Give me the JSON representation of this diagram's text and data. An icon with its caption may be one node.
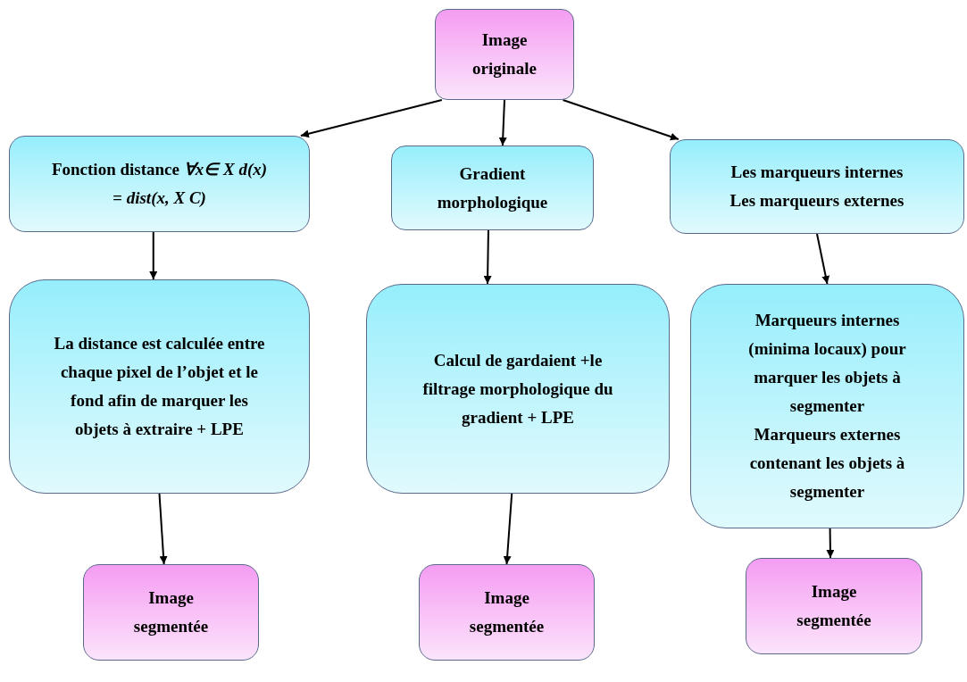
{
  "diagram": {
    "nodes": [
      {
        "text": [
          "Image originale"
        ]
      },
      {
        "text": [
          "Fonction distance *∀x∈ X d(x) = dist(x, X C)*"
        ]
      },
      {
        "text": [
          "Gradient morphologique"
        ]
      },
      {
        "text": [
          "Les marqueurs internes",
          "Les marqueurs externes"
        ]
      },
      {
        "text": [
          "La distance est calculée entre chaque pixel de l’objet et le fond afin de marquer les objets à extraire + LPE"
        ]
      },
      {
        "text": [
          "Calcul de gardaient +le filtrage morphologique du gradient + LPE"
        ]
      },
      {
        "text": [
          "Marqueurs internes (minima locaux) pour marquer les objets à segmenter",
          "Marqueurs externes contenant les objets à segmenter"
        ]
      },
      {
        "text": [
          "Image segmentée"
        ]
      },
      {
        "text": [
          "Image segmentée"
        ]
      },
      {
        "text": [
          "Image segmentée"
        ]
      }
    ],
    "edges": [
      {
        "from": 0,
        "to": 1,
        "arrow": "to"
      },
      {
        "from": 0,
        "to": 2,
        "arrow": "to"
      },
      {
        "from": 0,
        "to": 3,
        "arrow": "to"
      },
      {
        "from": 1,
        "to": 4,
        "arrow": "to"
      },
      {
        "from": 2,
        "to": 5,
        "arrow": "to"
      },
      {
        "from": 3,
        "to": 6,
        "arrow": "to"
      },
      {
        "from": 4,
        "to": 7,
        "arrow": "to"
      },
      {
        "from": 5,
        "to": 8,
        "arrow": "to"
      },
      {
        "from": 6,
        "to": 9,
        "arrow": "to"
      }
    ]
  }
}
